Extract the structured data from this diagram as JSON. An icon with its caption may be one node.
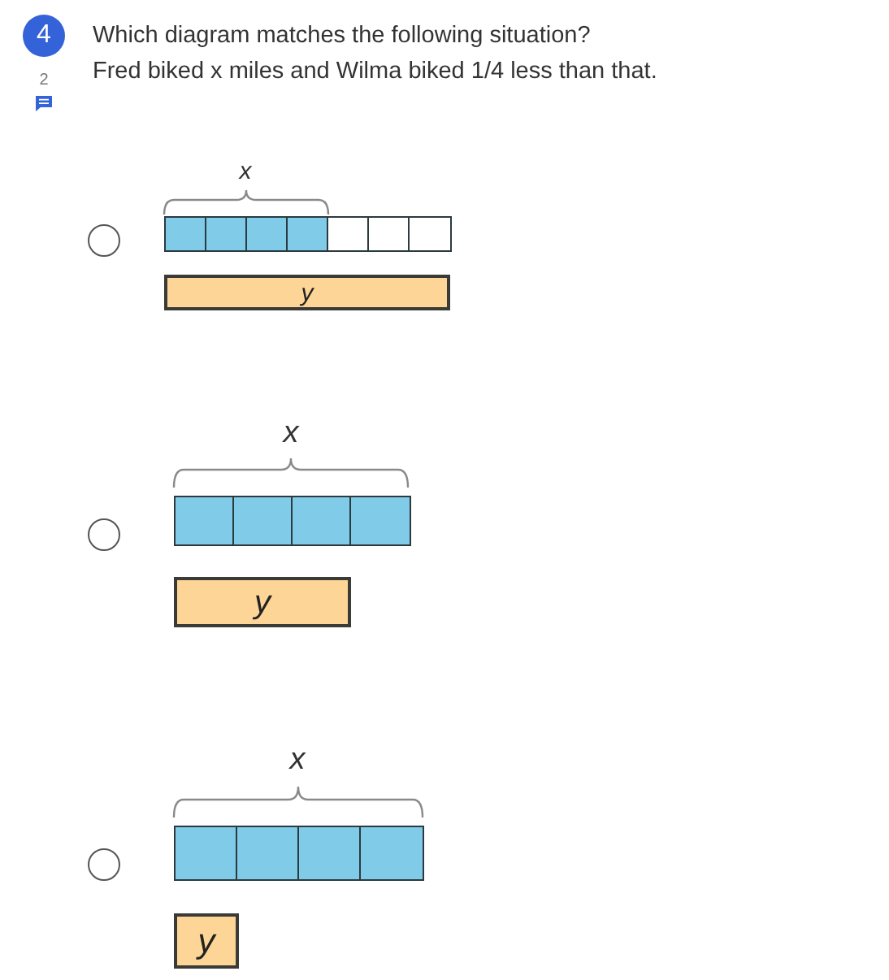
{
  "diagram": {
    "nodes": [
      {
        "text": [
          "4"
        ]
      },
      {
        "text": [],
        "shape": "box"
      },
      {
        "text": [],
        "shape": "box"
      },
      {
        "text": [],
        "shape": "box"
      },
      {
        "text": [],
        "shape": "box"
      },
      {
        "text": [],
        "shape": "box"
      },
      {
        "text": [],
        "shape": "box"
      },
      {
        "text": [],
        "shape": "box"
      },
      {
        "text": [
          "y"
        ]
      },
      {
        "text": [],
        "shape": "box"
      },
      {
        "text": [],
        "shape": "box"
      },
      {
        "text": [],
        "shape": "box"
      },
      {
        "text": [],
        "shape": "box"
      },
      {
        "text": [
          "y"
        ]
      },
      {
        "text": [],
        "shape": "box"
      },
      {
        "text": [],
        "shape": "box"
      },
      {
        "text": [],
        "shape": "box"
      },
      {
        "text": [],
        "shape": "box"
      },
      {
        "text": [
          "y"
        ]
      }
    ],
    "labels": [
      "Which diagram matches the following situation?",
      "Fred biked x miles and Wilma biked 1/4 less than that.",
      "2",
      "x",
      "x",
      "x"
    ]
  }
}
